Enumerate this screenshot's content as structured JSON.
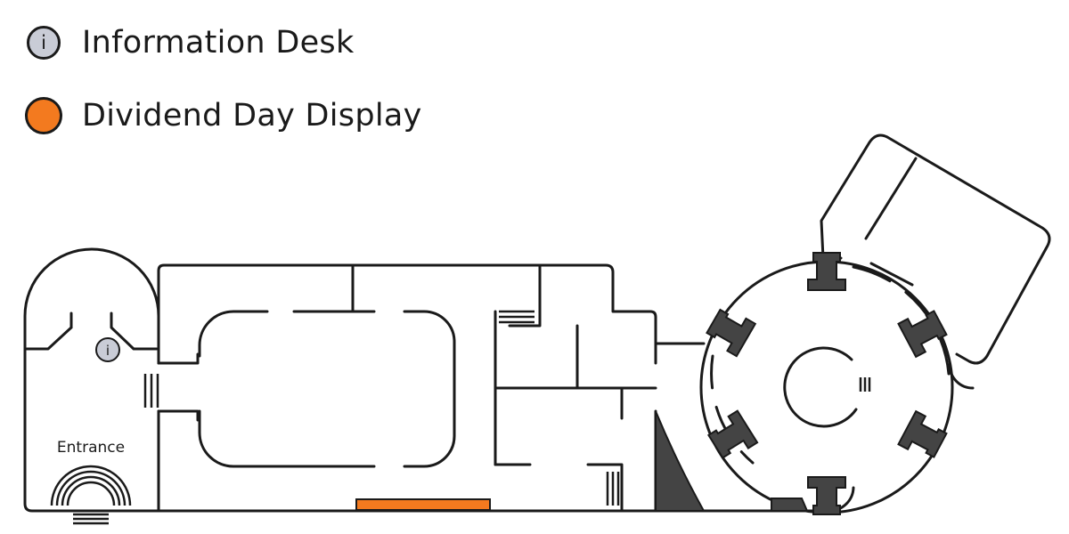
{
  "legend": {
    "items": [
      {
        "key": "info",
        "glyph": "i",
        "label": "Information Desk",
        "icon": "info-desk-icon",
        "color": "#c9ccd6"
      },
      {
        "key": "display",
        "label": "Dividend Day Display",
        "icon": "display-marker-icon",
        "color": "#f37a1f"
      }
    ]
  },
  "map": {
    "entrance_label": "Entrance",
    "info_glyph": "i",
    "colors": {
      "wall": "#1a1a1a",
      "display": "#f37a1f",
      "info": "#c9ccd6",
      "dark_fill": "#444444"
    }
  }
}
